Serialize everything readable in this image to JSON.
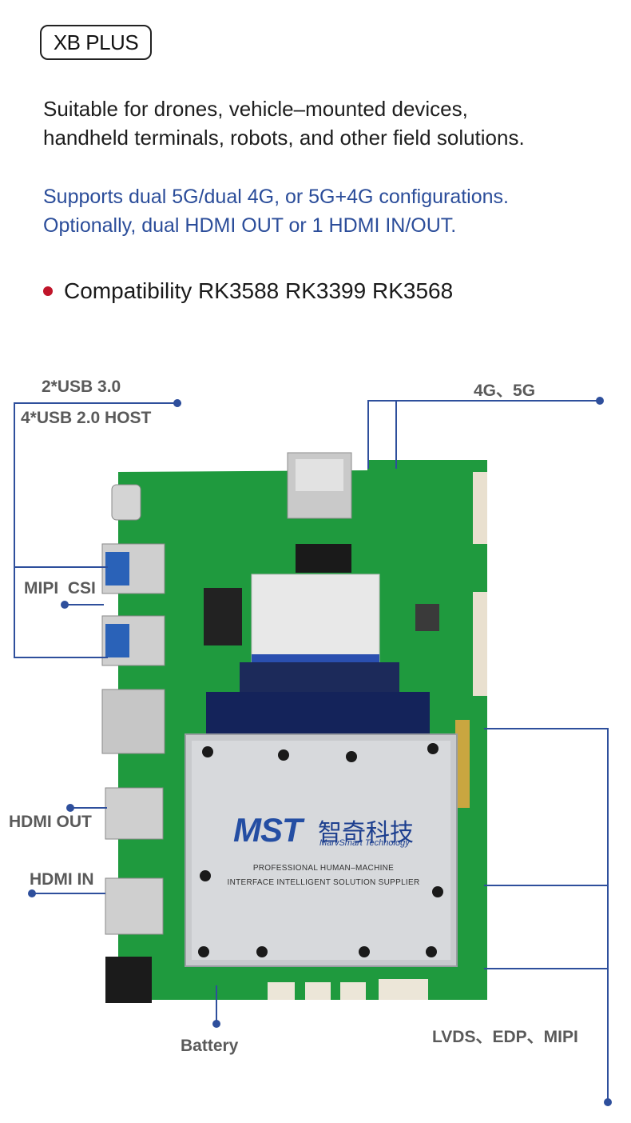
{
  "badge": {
    "label": "XB PLUS"
  },
  "description": {
    "line1": "Suitable for drones, vehicle–mounted devices,",
    "line2": "handheld terminals, robots, and other field solutions."
  },
  "highlight": {
    "line1": "Supports dual 5G/dual 4G, or 5G+4G configurations.",
    "line2": "Optionally, dual HDMI OUT or 1 HDMI IN/OUT."
  },
  "compatibility": {
    "text": "Compatibility RK3588 RK3399 RK3568"
  },
  "callouts": {
    "usb3": "2*USB 3.0",
    "usb2": "4*USB 2.0 HOST",
    "cellular": "4G、5G",
    "mipi_csi": "MIPI  CSI",
    "hdmi_out": "HDMI OUT",
    "hdmi_in": "HDMI IN",
    "battery": "Battery",
    "display": "LVDS、EDP、MIPI"
  },
  "board": {
    "logo": "MST",
    "logo_cn": "智奇科技",
    "logo_en": "MarvSmart Technology",
    "tagline1": "PROFESSIONAL HUMAN–MACHINE",
    "tagline2": "INTERFACE INTELLIGENT SOLUTION SUPPLIER"
  },
  "colors": {
    "accent": "#2e4f9c",
    "pcb": "#1f9a3e",
    "highlight_text": "#2b4d9a",
    "bullet": "#c0152a"
  }
}
